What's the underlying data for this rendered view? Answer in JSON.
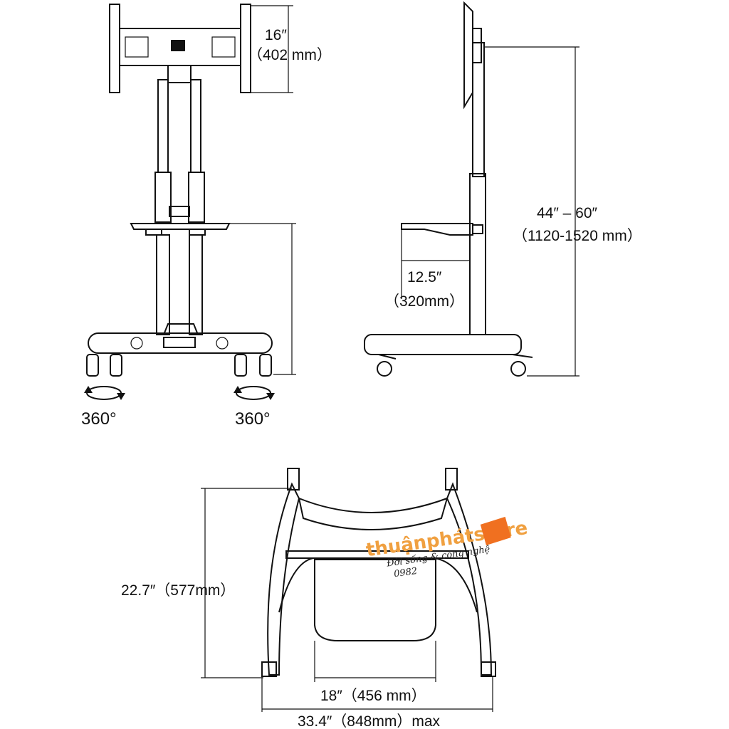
{
  "front_view": {
    "mount_height": "16″",
    "mount_height_mm": "（402 mm）",
    "caster_rotation_left": "360°",
    "caster_rotation_right": "360°"
  },
  "side_view": {
    "height_range": "44″ – 60″",
    "height_range_mm": "（1120-1520 mm）",
    "shelf_depth": "12.5″",
    "shelf_depth_mm": "（320mm）"
  },
  "top_view": {
    "base_depth": "22.7″（577mm）",
    "shelf_width": "18″（456 mm）",
    "base_width": "33.4″（848mm）max"
  },
  "watermark": {
    "brand": "thuậnphátstore",
    "tagline": "Đời sống & công nghệ",
    "phone": "0982",
    "color": "#f0a040"
  }
}
